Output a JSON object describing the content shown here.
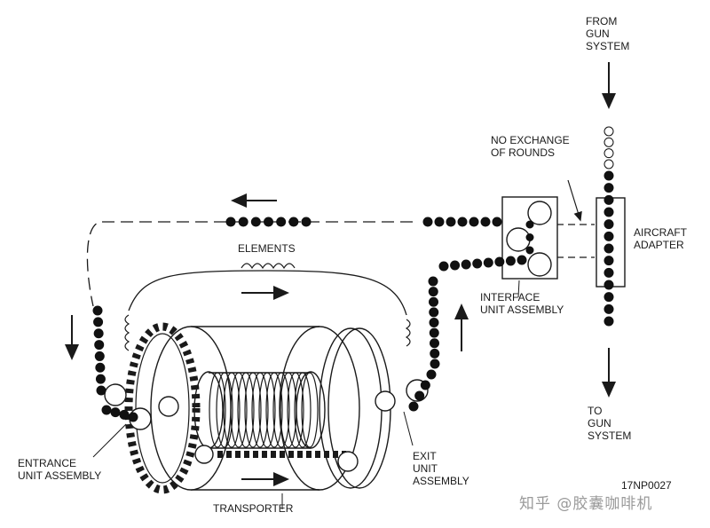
{
  "diagram": {
    "colors": {
      "line": "#1a1a1a",
      "round": "#111111",
      "empty_round": "#ffffff",
      "background": "#ffffff"
    },
    "labels": {
      "from_gun": "FROM\nGUN\nSYSTEM",
      "no_exchange": "NO EXCHANGE\nOF ROUNDS",
      "aircraft_adapter": "AIRCRAFT\nADAPTER",
      "elements": "ELEMENTS",
      "interface": "INTERFACE\nUNIT ASSEMBLY",
      "to_gun": "TO\nGUN\nSYSTEM",
      "entrance": "ENTRANCE\nUNIT ASSEMBLY",
      "exit": "EXIT\nUNIT\nASSEMBLY",
      "transporter": "TRANSPORTER",
      "figure_id": "17NP0027"
    },
    "watermark": "知乎 @胶囊咖啡机"
  }
}
